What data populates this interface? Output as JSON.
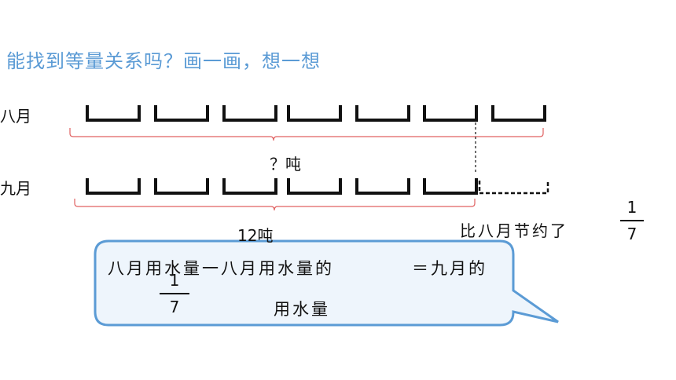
{
  "title": "能找到等量关系吗？画一画，想一想",
  "rows": {
    "august_label": "八月",
    "september_label": "九月"
  },
  "labels": {
    "august_total": "？吨",
    "september_total": "12吨",
    "saved": "比八月节约了",
    "saved_fraction": {
      "numerator": "1",
      "denominator": "7"
    }
  },
  "callout": {
    "line1_left": "八月用水量一八月用水量的",
    "line1_right": "＝九月的",
    "fraction": {
      "numerator": "1",
      "denominator": "7"
    },
    "line2": "用水量"
  },
  "colors": {
    "title": "#5b9bd5",
    "brace": "#e06060",
    "callout_border": "#5b9bd5",
    "callout_fill": "#eef5fc"
  }
}
